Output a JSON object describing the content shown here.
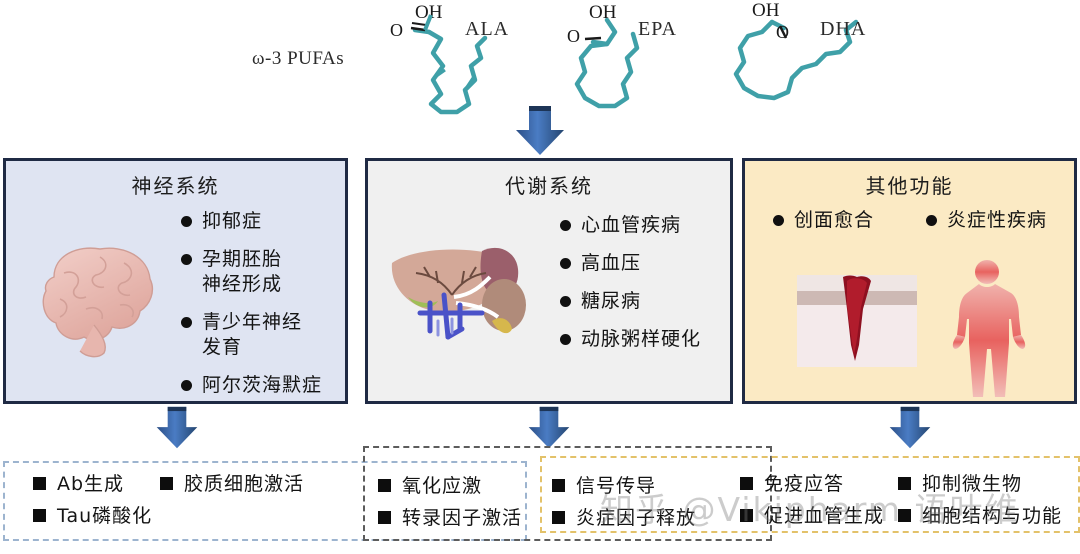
{
  "figure": {
    "omega_label": "ω-3 PUFAs",
    "molecules": [
      {
        "name": "ALA",
        "oh_label": "OH",
        "o_label": "O"
      },
      {
        "name": "EPA",
        "oh_label": "OH",
        "o_label": "O"
      },
      {
        "name": "DHA",
        "oh_label": "OH",
        "o_label": "O"
      }
    ],
    "arrow_color": "#3f6fb5"
  },
  "panels": [
    {
      "id": "nervous-system",
      "title": "神经系统",
      "bg_color": "#dfe4f2",
      "border_color": "#1f2a44",
      "art": "brain-illustration",
      "items": [
        "抑郁症",
        "孕期胚胎\n神经形成",
        "青少年神经\n发育",
        "阿尔茨海默症"
      ]
    },
    {
      "id": "metabolic-system",
      "title": "代谢系统",
      "bg_color": "#f0f0f0",
      "border_color": "#1f2a44",
      "art": "liver-kidney-illustration",
      "items": [
        "心血管疾病",
        "高血压",
        "糖尿病",
        "动脉粥样硬化"
      ]
    },
    {
      "id": "other-functions",
      "title": "其他功能",
      "bg_color": "#fbeac4",
      "border_color": "#1f2a44",
      "art": "wound-and-body-illustration",
      "items": [
        "创面愈合",
        "炎症性疾病"
      ]
    }
  ],
  "outcome_boxes": [
    {
      "id": "neuro-outcomes",
      "border_color": "#9db4cf",
      "columns": [
        [
          "Ab生成",
          "Tau磷酸化"
        ],
        [
          "胶质细胞激活"
        ]
      ]
    },
    {
      "id": "metabolic-outcomes",
      "border_color": "#5c5c5c",
      "columns": [
        [
          "氧化应激",
          "转录因子激活"
        ],
        [
          "信号传导",
          "炎症因子释放"
        ]
      ]
    },
    {
      "id": "other-outcomes",
      "border_color": "#e3c26a",
      "columns": [
        [
          "免疫应答",
          "促进血管生成"
        ],
        [
          "抑制微生物",
          "细胞结构与功能"
        ]
      ]
    }
  ],
  "watermark": {
    "text": "知乎 @Vikipharm 语叶维"
  }
}
